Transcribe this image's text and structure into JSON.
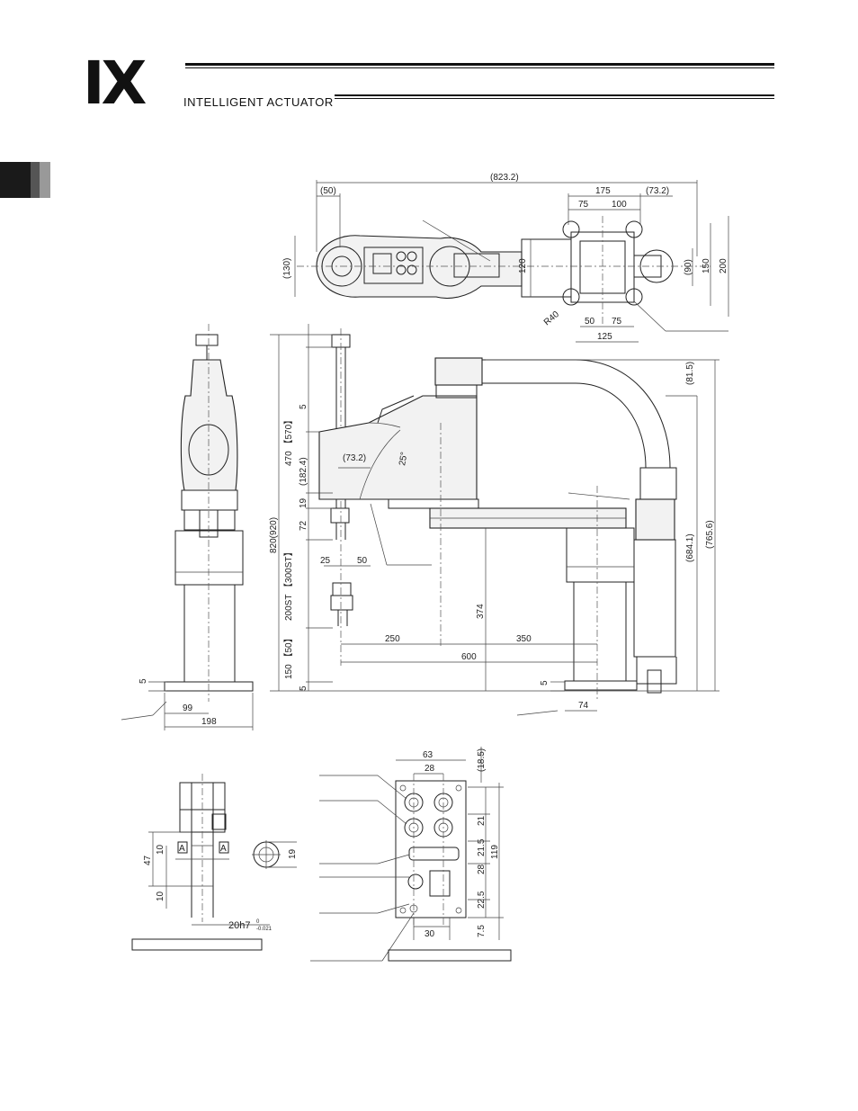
{
  "header": {
    "logo_text": "IX",
    "subtitle": "INTELLIGENT ACTUATOR"
  },
  "colors": {
    "ink": "#222222",
    "tab_dark": "#1a1a1a",
    "tab_grey": "#888888"
  },
  "top_view": {
    "dims": {
      "overall": "(823.2)",
      "left_offset": "(50)",
      "flange_w": "175",
      "flange_offset": "(73.2)",
      "flange_a": "75",
      "flange_b": "100",
      "arm_h": "(130)",
      "arm_w": "120",
      "flange_h_inner": "(90)",
      "flange_h_mid": "150",
      "flange_h": "200",
      "radius": "R40",
      "bolt_a": "50",
      "bolt_b": "75",
      "bolt_c": "125"
    }
  },
  "side_view": {
    "dims": {
      "total_h": "820(920)",
      "upper_st": "470 【570】",
      "d5": "5",
      "d182": "(182.4)",
      "d19": "19",
      "d72": "72",
      "d200": "200ST 【300ST】",
      "d150": "150 【50】",
      "d5b": "5",
      "d73": "(73.2)",
      "angle": "25°",
      "d25": "25",
      "d50": "50",
      "d81": "(81.5)",
      "d765": "(765.6)",
      "d684": "(684.1)",
      "d374": "374",
      "d250": "250",
      "d350": "350",
      "d600": "600",
      "d5c": "5",
      "d74": "74"
    }
  },
  "front_view": {
    "dims": {
      "d5": "5",
      "d99": "99",
      "d198": "198"
    }
  },
  "shaft_detail": {
    "dims": {
      "d47": "47",
      "d10a": "10",
      "d10b": "10",
      "sec_a": "A",
      "sec_b": "A",
      "d19": "19",
      "shaft": "20h7",
      "tol_top": "0",
      "tol_bot": "-0.021"
    }
  },
  "panel_detail": {
    "dims": {
      "d63": "63",
      "d28": "28",
      "d185": "(18.5)",
      "d21": "21",
      "d215": "21.5",
      "d119": "119",
      "d28b": "28",
      "d225": "22.5",
      "d75": "7.5",
      "d30": "30"
    }
  }
}
